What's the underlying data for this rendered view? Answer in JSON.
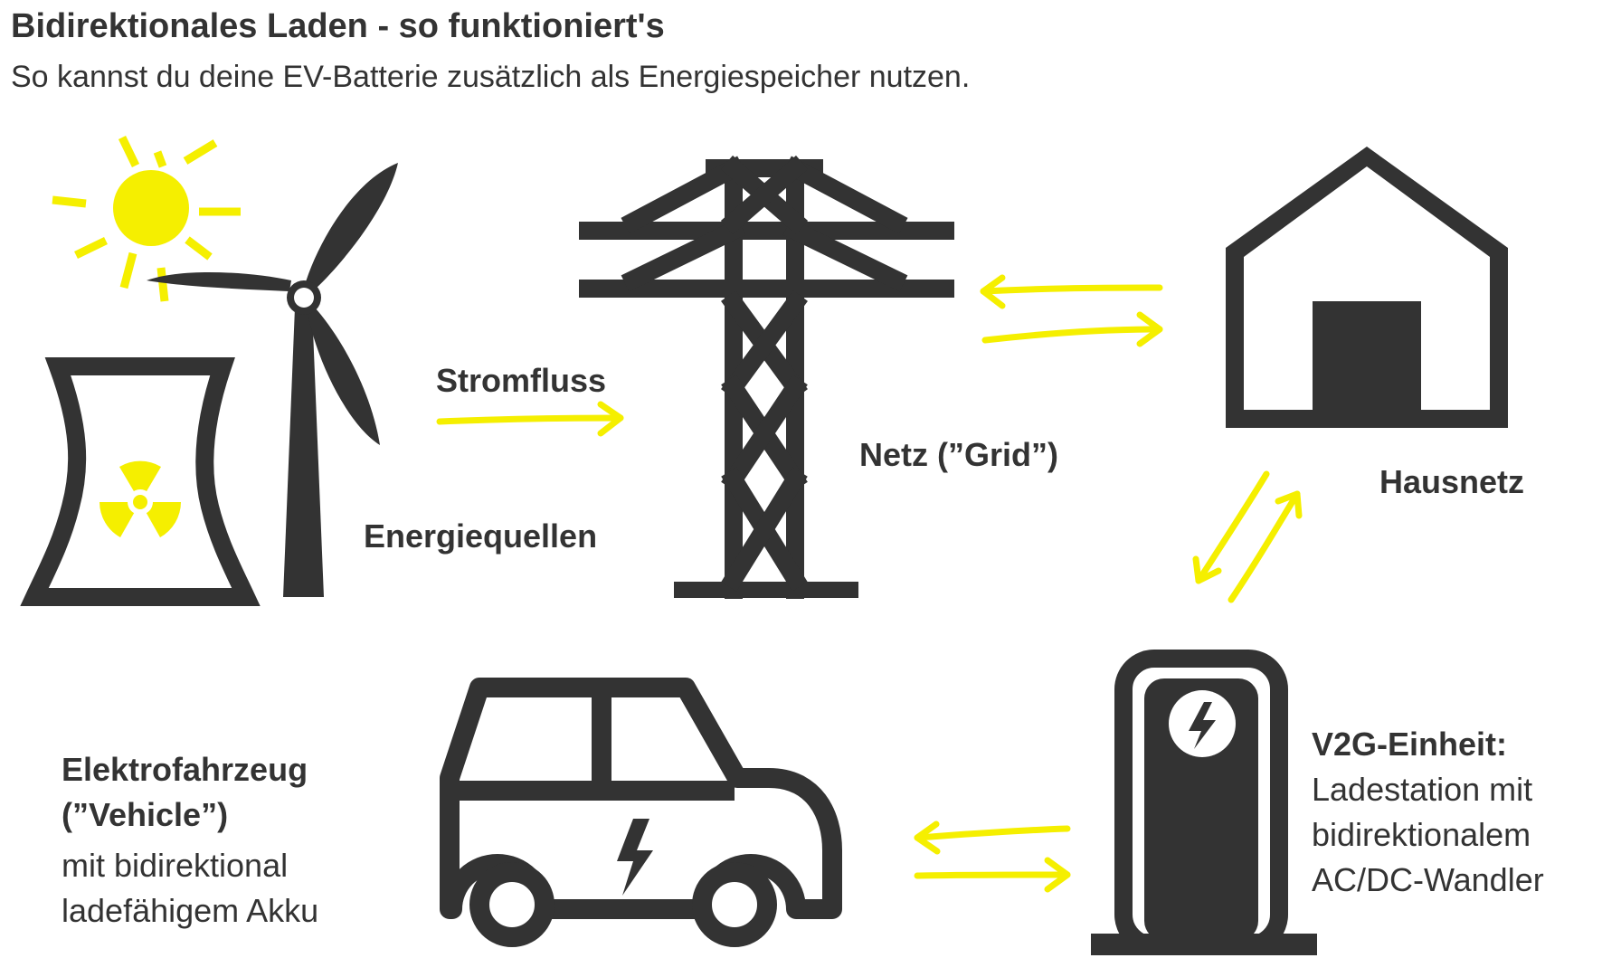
{
  "header": {
    "title": "Bidirektionales Laden - so funktioniert's",
    "subtitle": "So kannst du deine EV-Batterie zusätzlich als Energiespeicher nutzen."
  },
  "labels": {
    "stromfluss": "Stromfluss",
    "energiequellen": "Energiequellen",
    "netz": "Netz (”Grid”)",
    "hausnetz": "Hausnetz",
    "vehicle_title_1": "Elektrofahrzeug",
    "vehicle_title_2": "(”Vehicle”)",
    "vehicle_desc_1": "mit bidirektional",
    "vehicle_desc_2": "ladefähigem Akku",
    "v2g_title": "V2G-Einheit:",
    "v2g_desc_1": "Ladestation mit",
    "v2g_desc_2": "bidirektionalem",
    "v2g_desc_3": "AC/DC-Wandler"
  },
  "icons": {
    "sun": "sun-icon",
    "wind": "wind-turbine-icon",
    "nuclear": "nuclear-plant-icon",
    "pylon": "power-pylon-icon",
    "house": "house-icon",
    "car": "electric-car-icon",
    "charger": "charging-station-icon"
  },
  "colors": {
    "icon": "#333333",
    "accent": "#f5ef00",
    "background": "#ffffff"
  }
}
